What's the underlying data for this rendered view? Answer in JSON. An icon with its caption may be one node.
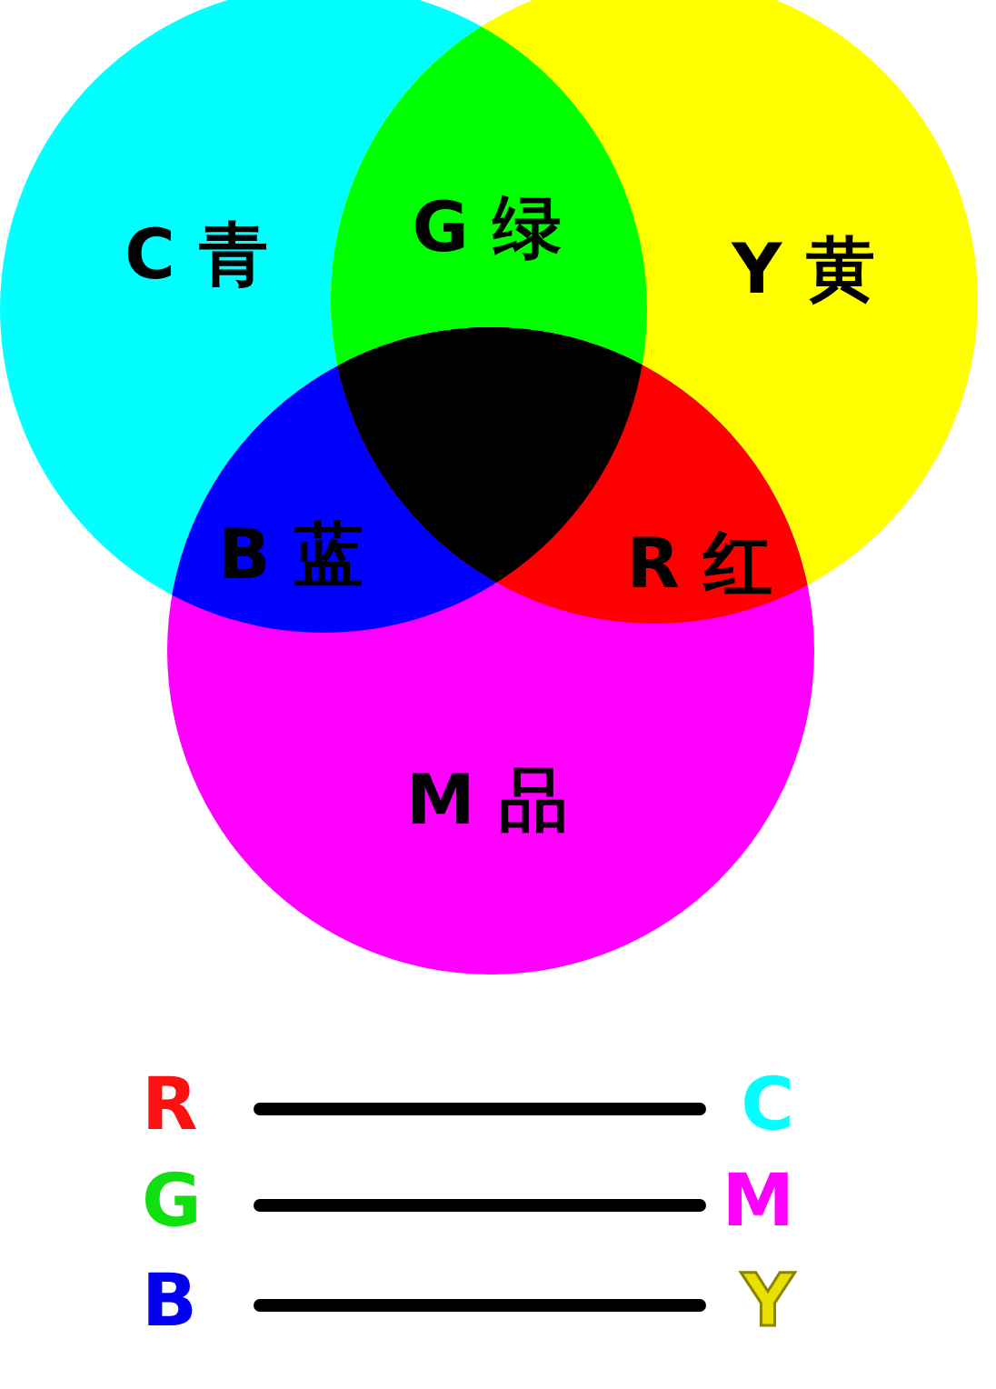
{
  "diagram": {
    "nodes": [
      {
        "text": [
          "C 青"
        ]
      },
      {
        "text": [
          "Y 黄"
        ]
      },
      {
        "text": [
          "M 品"
        ]
      },
      {
        "text": [
          "G 绿"
        ]
      },
      {
        "text": [
          "B 蓝"
        ]
      },
      {
        "text": [
          "R 红"
        ]
      },
      {
        "text": [
          "R"
        ]
      },
      {
        "text": [
          "C"
        ]
      },
      {
        "text": [
          "G"
        ]
      },
      {
        "text": [
          "M"
        ]
      },
      {
        "text": [
          "B"
        ]
      },
      {
        "text": [
          "Y"
        ]
      }
    ],
    "edges": [
      {
        "from": 6,
        "to": 7,
        "arrow": "none"
      },
      {
        "from": 8,
        "to": 9,
        "arrow": "none"
      },
      {
        "from": 10,
        "to": 11,
        "arrow": "none"
      }
    ]
  }
}
